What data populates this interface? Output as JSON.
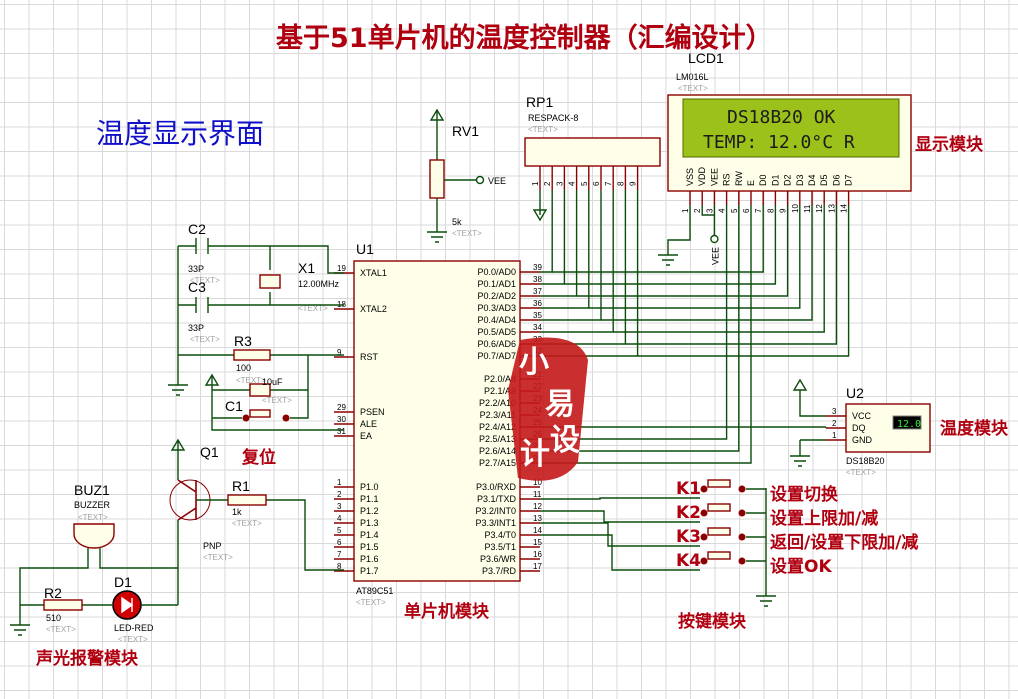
{
  "title": "基于51单片机的温度控制器（汇编设计）",
  "view_label": "温度显示界面",
  "modules": {
    "display": "显示模块",
    "temperature": "温度模块",
    "mcu": "单片机模块",
    "keys": "按键模块",
    "alarm": "声光报警模块",
    "reset": "复位"
  },
  "lcd": {
    "ref": "LCD1",
    "model": "LM016L",
    "text": "<TEXT>",
    "line1": "DS18B20 OK",
    "line2": "TEMP: 12.0°C  R",
    "pins": [
      "VSS",
      "VDD",
      "VEE",
      "RS",
      "RW",
      "E",
      "D0",
      "D1",
      "D2",
      "D3",
      "D4",
      "D5",
      "D6",
      "D7"
    ],
    "pin_numbers": [
      "1",
      "2",
      "3",
      "4",
      "5",
      "6",
      "7",
      "8",
      "9",
      "10",
      "11",
      "12",
      "13",
      "14"
    ],
    "vee_label": "VEE"
  },
  "rp1": {
    "ref": "RP1",
    "model": "RESPACK-8",
    "text": "<TEXT>",
    "pin_numbers": [
      "1",
      "2",
      "3",
      "4",
      "5",
      "6",
      "7",
      "8",
      "9"
    ]
  },
  "rv1": {
    "ref": "RV1",
    "value": "5k",
    "text": "<TEXT>",
    "vee_label": "VEE"
  },
  "u1": {
    "ref": "U1",
    "model": "AT89C51",
    "text": "<TEXT>",
    "left_pins": [
      {
        "num": "19",
        "name": "XTAL1"
      },
      {
        "num": "18",
        "name": "XTAL2"
      },
      {
        "num": "9",
        "name": "RST"
      },
      {
        "num": "29",
        "name": "PSEN"
      },
      {
        "num": "30",
        "name": "ALE"
      },
      {
        "num": "31",
        "name": "EA"
      },
      {
        "num": "1",
        "name": "P1.0"
      },
      {
        "num": "2",
        "name": "P1.1"
      },
      {
        "num": "3",
        "name": "P1.2"
      },
      {
        "num": "4",
        "name": "P1.3"
      },
      {
        "num": "5",
        "name": "P1.4"
      },
      {
        "num": "6",
        "name": "P1.5"
      },
      {
        "num": "7",
        "name": "P1.6"
      },
      {
        "num": "8",
        "name": "P1.7"
      }
    ],
    "right_pins": [
      {
        "num": "39",
        "name": "P0.0/AD0"
      },
      {
        "num": "38",
        "name": "P0.1/AD1"
      },
      {
        "num": "37",
        "name": "P0.2/AD2"
      },
      {
        "num": "36",
        "name": "P0.3/AD3"
      },
      {
        "num": "35",
        "name": "P0.4/AD4"
      },
      {
        "num": "34",
        "name": "P0.5/AD5"
      },
      {
        "num": "33",
        "name": "P0.6/AD6"
      },
      {
        "num": "32",
        "name": "P0.7/AD7"
      },
      {
        "num": "21",
        "name": "P2.0/A8"
      },
      {
        "num": "22",
        "name": "P2.1/A9"
      },
      {
        "num": "23",
        "name": "P2.2/A10"
      },
      {
        "num": "24",
        "name": "P2.3/A11"
      },
      {
        "num": "25",
        "name": "P2.4/A12"
      },
      {
        "num": "26",
        "name": "P2.5/A13"
      },
      {
        "num": "27",
        "name": "P2.6/A14"
      },
      {
        "num": "28",
        "name": "P2.7/A15"
      },
      {
        "num": "10",
        "name": "P3.0/RXD"
      },
      {
        "num": "11",
        "name": "P3.1/TXD"
      },
      {
        "num": "12",
        "name": "P3.2/INT0"
      },
      {
        "num": "13",
        "name": "P3.3/INT1"
      },
      {
        "num": "14",
        "name": "P3.4/T0"
      },
      {
        "num": "15",
        "name": "P3.5/T1"
      },
      {
        "num": "16",
        "name": "P3.6/WR"
      },
      {
        "num": "17",
        "name": "P3.7/RD"
      }
    ]
  },
  "x1": {
    "ref": "X1",
    "value": "12.00MHz",
    "text": "<TEXT>"
  },
  "c2": {
    "ref": "C2",
    "value": "33P",
    "text": "<TEXT>"
  },
  "c3": {
    "ref": "C3",
    "value": "33P",
    "text": "<TEXT>"
  },
  "r3": {
    "ref": "R3",
    "value": "100",
    "text": "<TEXT>"
  },
  "c1": {
    "ref": "C1",
    "value": "10uF",
    "text": "<TEXT>"
  },
  "q1": {
    "ref": "Q1",
    "type": "PNP",
    "text": "<TEXT>"
  },
  "r1": {
    "ref": "R1",
    "value": "1k",
    "text": "<TEXT>"
  },
  "buz1": {
    "ref": "BUZ1",
    "model": "BUZZER",
    "text": "<TEXT>"
  },
  "r2": {
    "ref": "R2",
    "value": "510",
    "text": "<TEXT>"
  },
  "d1": {
    "ref": "D1",
    "model": "LED-RED",
    "text": "<TEXT>"
  },
  "u2": {
    "ref": "U2",
    "model": "DS18B20",
    "text": "<TEXT>",
    "reading": "12.0",
    "pins": [
      {
        "num": "3",
        "name": "VCC"
      },
      {
        "num": "2",
        "name": "DQ"
      },
      {
        "num": "1",
        "name": "GND"
      }
    ]
  },
  "keys": [
    {
      "ref": "K1",
      "label": "设置切换"
    },
    {
      "ref": "K2",
      "label": "设置上限加/减"
    },
    {
      "ref": "K3",
      "label": "返回/设置下限加/减"
    },
    {
      "ref": "K4",
      "label": "设置OK"
    }
  ],
  "seal": [
    "小",
    "易",
    "设",
    "计"
  ]
}
